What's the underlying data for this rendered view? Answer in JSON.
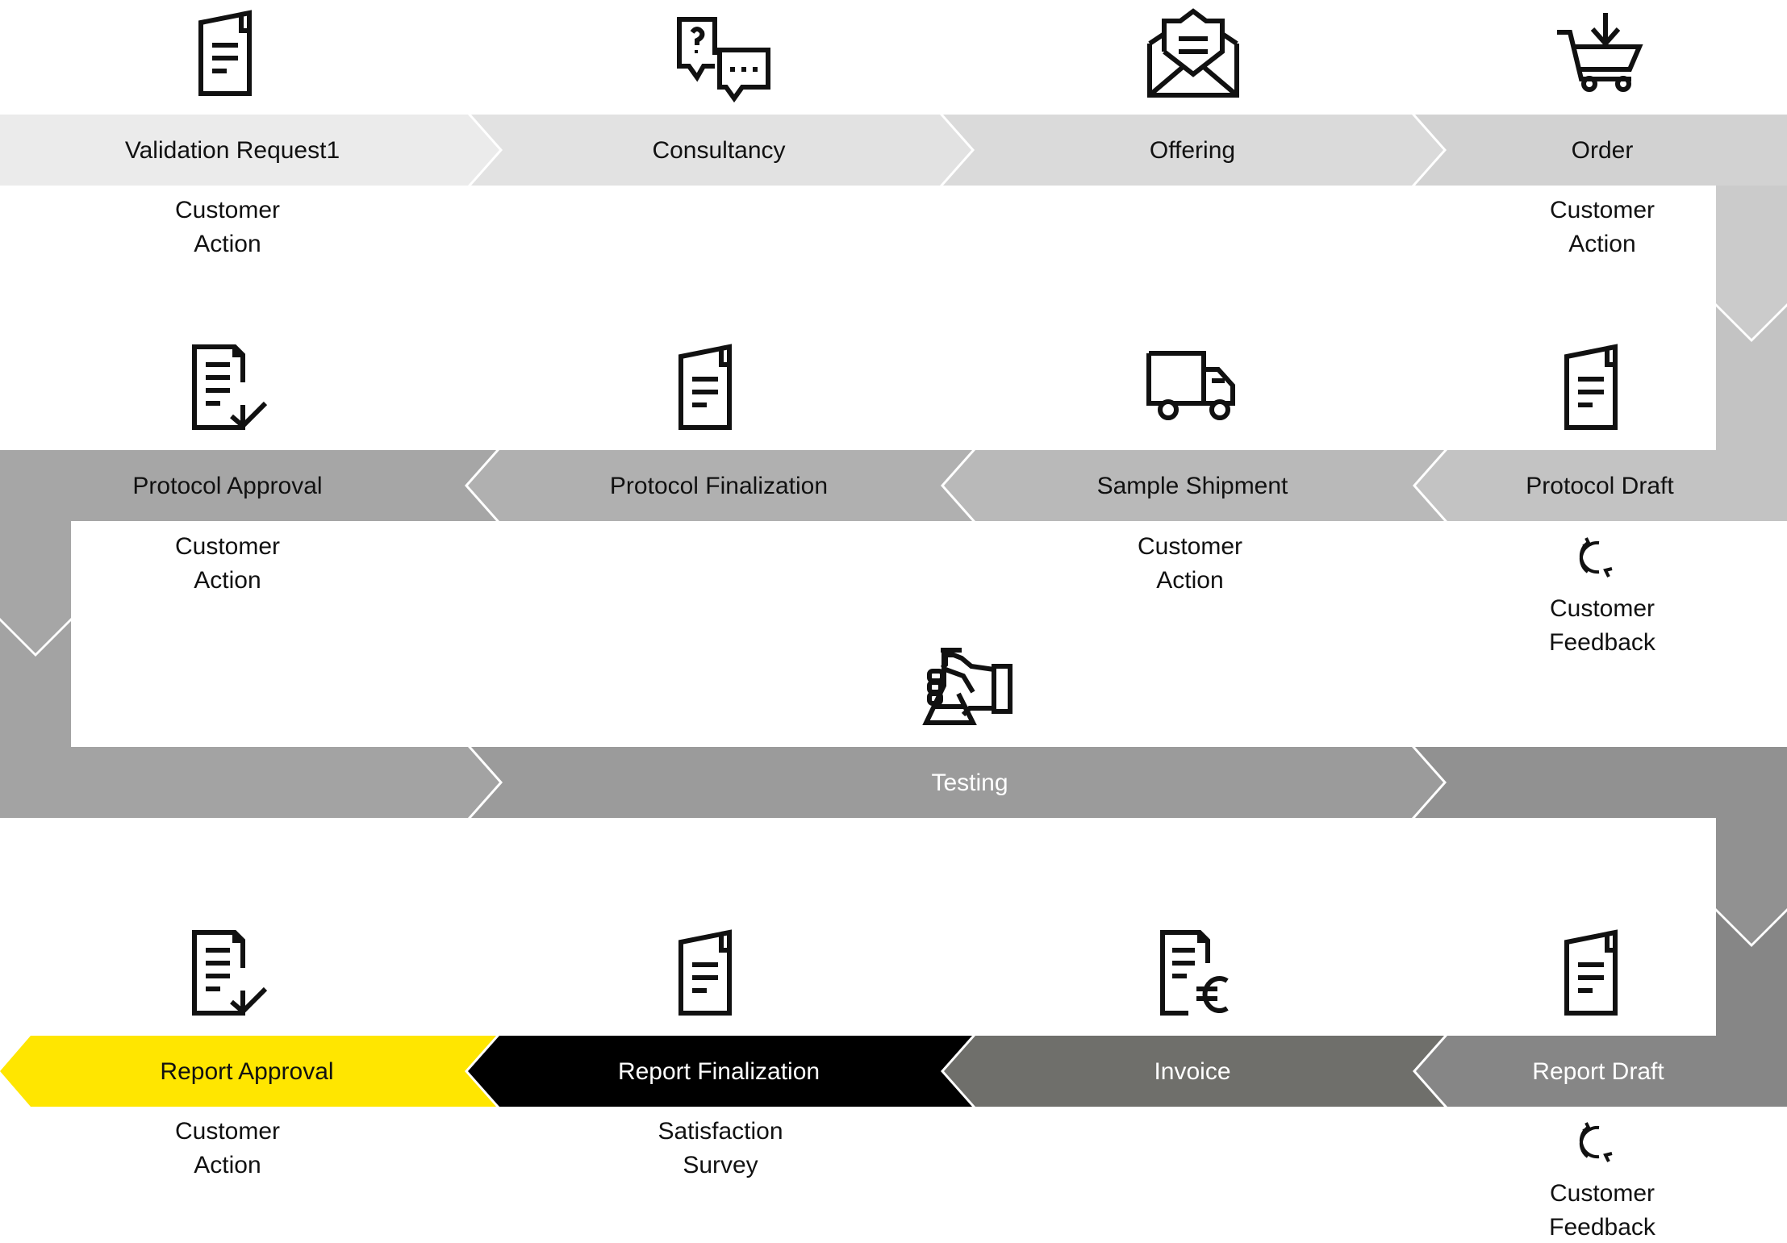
{
  "colors": {
    "row1_step1": "#ebebeb",
    "row1_step2": "#e2e2e2",
    "row1_step3": "#dadada",
    "row1_step4": "#d2d2d2",
    "connector_1": "#cbcbcb",
    "row2_right": "#c3c3c3",
    "row2_mid_right": "#b9b9b9",
    "row2_mid_left": "#b0b0b0",
    "row2_left": "#a6a6a6",
    "connector_2": "#a3a3a3",
    "testing": "#9b9b9b",
    "connector_3": "#919191",
    "report_draft": "#868686",
    "invoice": "#6f6f6b",
    "report_finalization": "#000000",
    "report_approval": "#ffe600",
    "icon_stroke": "#111111",
    "text_dark": "#111111",
    "text_light": "#ffffff"
  },
  "steps": {
    "validation_request": {
      "label": "Validation Request1",
      "icon": "document-icon",
      "sub": [
        "Customer",
        "Action"
      ]
    },
    "consultancy": {
      "label": "Consultancy",
      "icon": "speech-bubbles-icon",
      "sub": []
    },
    "offering": {
      "label": "Offering",
      "icon": "envelope-letter-icon",
      "sub": []
    },
    "order": {
      "label": "Order",
      "icon": "shopping-cart-icon",
      "sub": [
        "Customer",
        "Action"
      ]
    },
    "protocol_draft": {
      "label": "Protocol Draft",
      "icon": "document-icon",
      "sub": [
        "Customer",
        "Feedback"
      ],
      "sub_icon": "refresh-icon"
    },
    "sample_shipment": {
      "label": "Sample Shipment",
      "icon": "delivery-truck-icon",
      "sub": [
        "Customer",
        "Action"
      ]
    },
    "protocol_finalization": {
      "label": "Protocol Finalization",
      "icon": "document-icon",
      "sub": []
    },
    "protocol_approval": {
      "label": "Protocol Approval",
      "icon": "document-check-icon",
      "sub": [
        "Customer",
        "Action"
      ]
    },
    "testing": {
      "label": "Testing",
      "icon": "hand-flask-icon",
      "sub": []
    },
    "report_draft": {
      "label": "Report Draft",
      "icon": "document-icon",
      "sub": [
        "Customer",
        "Feedback"
      ],
      "sub_icon": "refresh-icon"
    },
    "invoice": {
      "label": "Invoice",
      "icon": "document-euro-icon",
      "sub": []
    },
    "report_finalization": {
      "label": "Report Finalization",
      "icon": "document-icon",
      "sub": [
        "Satisfaction",
        "Survey"
      ]
    },
    "report_approval": {
      "label": "Report Approval",
      "icon": "document-check-icon",
      "sub": [
        "Customer",
        "Action"
      ]
    }
  }
}
